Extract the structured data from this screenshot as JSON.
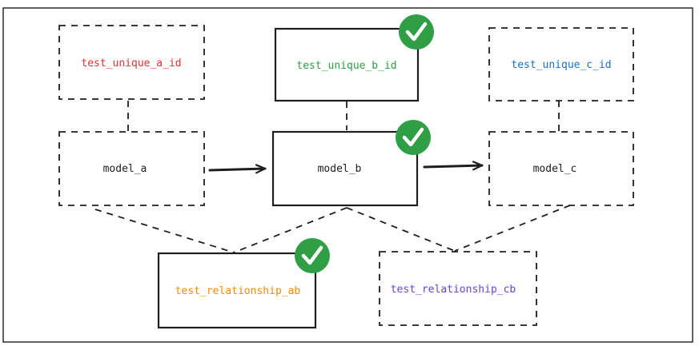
{
  "nodes": {
    "test_unique_a": {
      "label": "test_unique_a_id",
      "color": "#e03131",
      "style": "dashed",
      "checked": false
    },
    "test_unique_b": {
      "label": "test_unique_b_id",
      "color": "#2f9e44",
      "style": "solid",
      "checked": true
    },
    "test_unique_c": {
      "label": "test_unique_c_id",
      "color": "#1971c2",
      "style": "dashed",
      "checked": false
    },
    "model_a": {
      "label": "model_a",
      "color": "#1e1e1e",
      "style": "dashed",
      "checked": false
    },
    "model_b": {
      "label": "model_b",
      "color": "#1e1e1e",
      "style": "solid",
      "checked": true
    },
    "model_c": {
      "label": "model_c",
      "color": "#1e1e1e",
      "style": "dashed",
      "checked": false
    },
    "test_relationship_ab": {
      "label": "test_relationship_ab",
      "color": "#f08c00",
      "style": "solid",
      "checked": true
    },
    "test_relationship_cb": {
      "label": "test_relationship_cb",
      "color": "#6741d9",
      "style": "dashed",
      "checked": false
    }
  },
  "edges": [
    {
      "from": "model_a",
      "to": "model_b",
      "kind": "arrow"
    },
    {
      "from": "model_b",
      "to": "model_c",
      "kind": "arrow"
    },
    {
      "from": "test_unique_a",
      "to": "model_a",
      "kind": "dashed"
    },
    {
      "from": "test_unique_b",
      "to": "model_b",
      "kind": "dashed"
    },
    {
      "from": "test_unique_c",
      "to": "model_c",
      "kind": "dashed"
    },
    {
      "from": "model_a",
      "to": "test_relationship_ab",
      "kind": "dashed"
    },
    {
      "from": "model_b",
      "to": "test_relationship_ab",
      "kind": "dashed"
    },
    {
      "from": "model_b",
      "to": "test_relationship_cb",
      "kind": "dashed"
    },
    {
      "from": "model_c",
      "to": "test_relationship_cb",
      "kind": "dashed"
    }
  ],
  "colors": {
    "stroke": "#1e1e1e",
    "check_badge": "#2f9e44",
    "check_mark": "#ffffff"
  },
  "icons": {
    "check": "check-circle-icon"
  }
}
